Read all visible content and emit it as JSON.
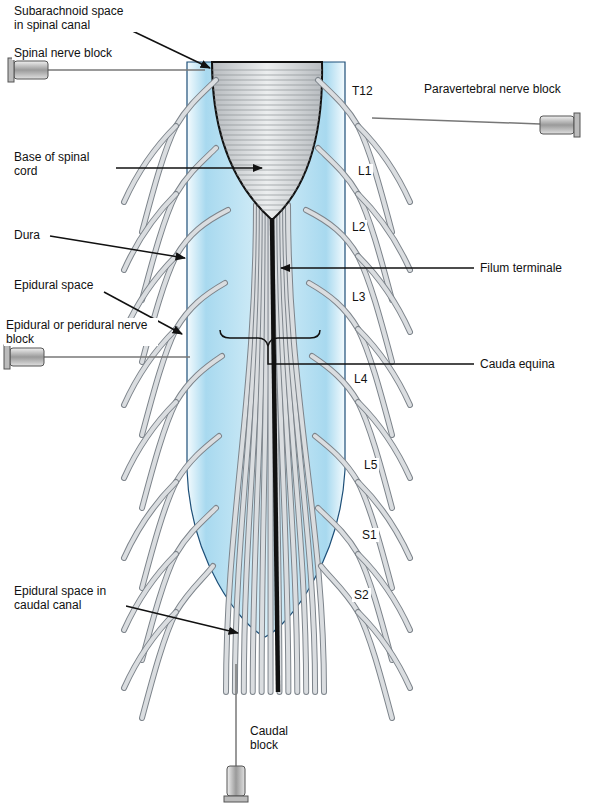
{
  "diagram": {
    "labels": [
      "Subarachnoid space in spinal canal",
      "Spinal nerve block",
      "T12",
      "Paravertebral nerve block",
      "Base of spinal cord",
      "L1",
      "Dura",
      "L2",
      "Filum terminale",
      "Epidural space",
      "L3",
      "Epidural or peridural nerve block",
      "Cauda equina",
      "L4",
      "L5",
      "S1",
      "S2",
      "Epidural space in caudal canal",
      "Caudal block"
    ]
  }
}
